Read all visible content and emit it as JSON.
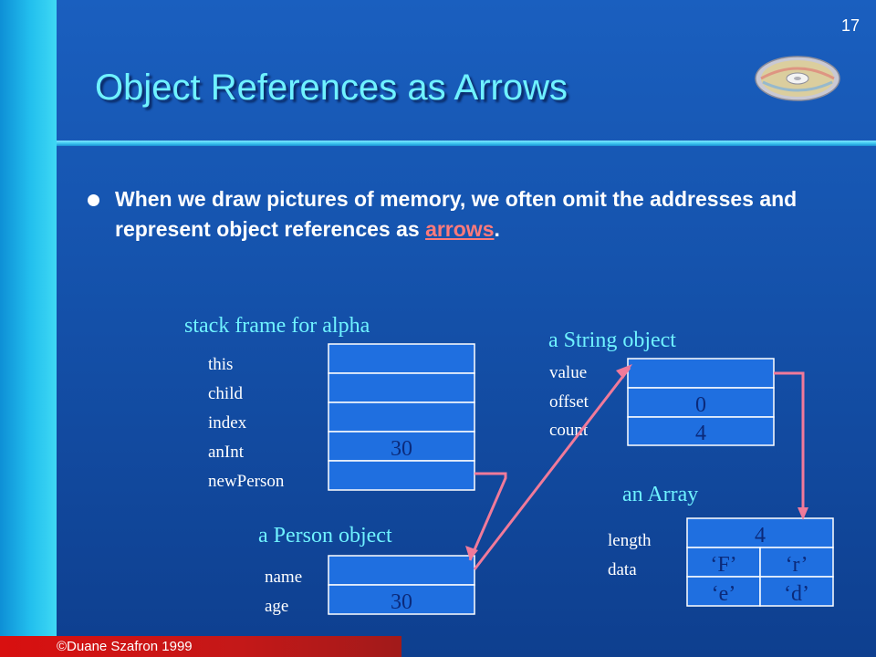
{
  "slide_number": "17",
  "title": "Object References as Arrows",
  "bullet": {
    "text_before": "When we draw pictures of memory, we often omit the addresses and represent object references as ",
    "highlight": "arrows",
    "text_after": "."
  },
  "footer": "©Duane Szafron 1999",
  "diagram": {
    "stack_frame": {
      "label": "stack frame for alpha",
      "fields": [
        "this",
        "child",
        "index",
        "anInt",
        "newPerson"
      ],
      "values": [
        "",
        "",
        "",
        "30",
        ""
      ]
    },
    "person": {
      "label": "a Person object",
      "fields": [
        "name",
        "age"
      ],
      "values": [
        "",
        "30"
      ]
    },
    "string": {
      "label": "a String object",
      "fields": [
        "value",
        "offset",
        "count"
      ],
      "values": [
        "",
        "0",
        "4"
      ]
    },
    "array": {
      "label": "an Array",
      "fields": [
        "length",
        "data"
      ],
      "length_value": "4",
      "chars": [
        "‘F’",
        "‘r’",
        "‘e’",
        "‘d’"
      ]
    }
  },
  "colors": {
    "background": "#1553ad",
    "title": "#6ff2ff",
    "highlight": "#ff7a7a",
    "arrow": "#f07a9a",
    "footer": "#d81010"
  }
}
